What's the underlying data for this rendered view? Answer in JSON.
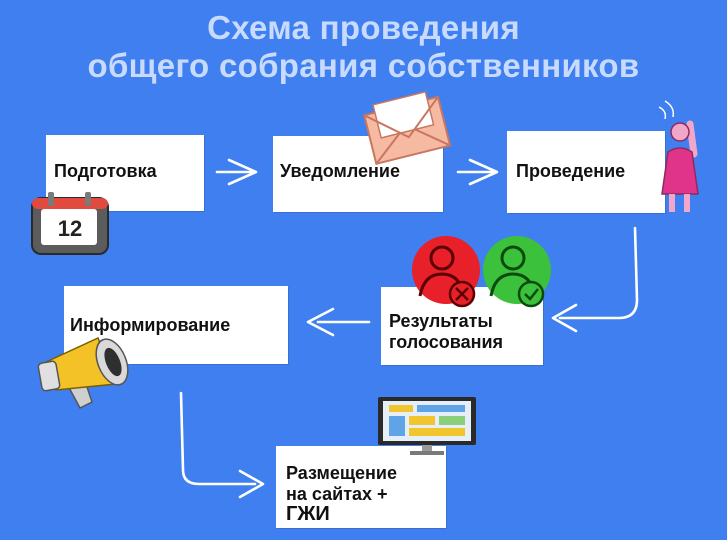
{
  "title": {
    "line1": "Схема проведения",
    "line2": "общего собрания собственников"
  },
  "steps": {
    "preparation": "Подготовка",
    "notification": "Уведомление",
    "conduct": "Проведение",
    "results_line1": "Результаты",
    "results_line2": "голосования",
    "informing": "Информирование",
    "posting_line1": "Размещение",
    "posting_line2": "на сайтах +",
    "posting_line3": "ГЖИ"
  },
  "calendar_day": "12",
  "icons": {
    "calendar": "calendar-icon",
    "envelope": "envelope-icon",
    "person": "raised-hand-person-icon",
    "vote_against": "vote-against-icon",
    "vote_for": "vote-for-icon",
    "megaphone": "megaphone-icon",
    "monitor": "monitor-icon"
  },
  "colors": {
    "background": "#3f7fef",
    "title": "#c8dbff",
    "box": "#ffffff",
    "against": "#e8202a",
    "for": "#3cc13c"
  }
}
